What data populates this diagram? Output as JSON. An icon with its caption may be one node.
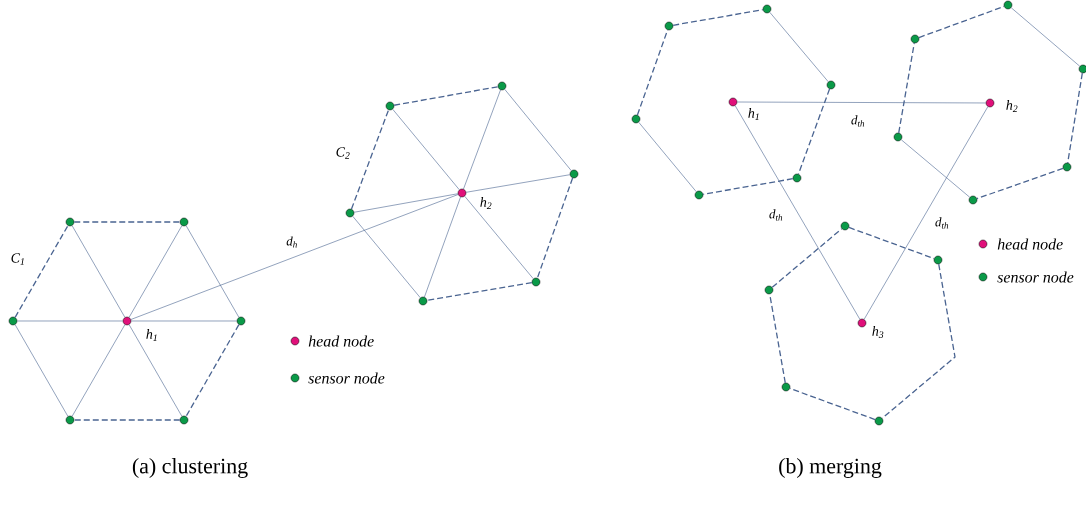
{
  "diagram": {
    "nodes": [
      {
        "text": [],
        "shape": "circle",
        "beside": [
          "h$_{1}$"
        ]
      },
      {
        "text": [],
        "shape": "circle"
      },
      {
        "text": [],
        "shape": "circle"
      },
      {
        "text": [],
        "shape": "circle"
      },
      {
        "text": [],
        "shape": "circle"
      },
      {
        "text": [],
        "shape": "circle"
      },
      {
        "text": [],
        "shape": "circle"
      },
      {
        "text": [],
        "shape": "circle",
        "beside": [
          "h$_{2}$"
        ]
      },
      {
        "text": [],
        "shape": "circle"
      },
      {
        "text": [],
        "shape": "circle"
      },
      {
        "text": [],
        "shape": "circle"
      },
      {
        "text": [],
        "shape": "circle"
      },
      {
        "text": [],
        "shape": "circle"
      },
      {
        "text": [],
        "shape": "circle"
      },
      {
        "text": [],
        "shape": "circle",
        "beside": [
          "h$_{1}$"
        ]
      },
      {
        "text": [],
        "shape": "circle"
      },
      {
        "text": [],
        "shape": "circle"
      },
      {
        "text": [],
        "shape": "circle"
      },
      {
        "text": [],
        "shape": "circle"
      },
      {
        "text": [],
        "shape": "circle"
      },
      {
        "text": [],
        "shape": "circle"
      },
      {
        "text": [],
        "shape": "circle",
        "beside": [
          "h$_{2}$"
        ]
      },
      {
        "text": [],
        "shape": "circle"
      },
      {
        "text": [],
        "shape": "circle"
      },
      {
        "text": [],
        "shape": "circle"
      },
      {
        "text": [],
        "shape": "circle"
      },
      {
        "text": [],
        "shape": "circle"
      },
      {
        "text": [],
        "shape": "circle"
      },
      {
        "text": [],
        "shape": "circle",
        "beside": [
          "h$_{3}$"
        ]
      },
      {
        "text": [],
        "shape": "circle"
      },
      {
        "text": [],
        "shape": "circle"
      },
      {
        "text": [],
        "shape": "circle"
      },
      {
        "text": [],
        "shape": "circle"
      },
      {
        "text": [],
        "shape": "circle"
      }
    ],
    "edges": [
      {
        "from": 1,
        "to": 2,
        "arrow": "none",
        "style": "dashed"
      },
      {
        "from": 2,
        "to": 3,
        "arrow": "none"
      },
      {
        "from": 3,
        "to": 4,
        "arrow": "none",
        "style": "dashed"
      },
      {
        "from": 4,
        "to": 5,
        "arrow": "none",
        "style": "dashed"
      },
      {
        "from": 5,
        "to": 6,
        "arrow": "none"
      },
      {
        "from": 6,
        "to": 1,
        "arrow": "none",
        "style": "dashed"
      },
      {
        "from": 0,
        "to": 1,
        "arrow": "none"
      },
      {
        "from": 0,
        "to": 2,
        "arrow": "none"
      },
      {
        "from": 0,
        "to": 3,
        "arrow": "none"
      },
      {
        "from": 0,
        "to": 4,
        "arrow": "none"
      },
      {
        "from": 0,
        "to": 5,
        "arrow": "none"
      },
      {
        "from": 0,
        "to": 6,
        "arrow": "none"
      },
      {
        "from": 0,
        "to": 7,
        "arrow": "none",
        "label": "d$_{h}$"
      },
      {
        "from": 8,
        "to": 9,
        "arrow": "none",
        "style": "dashed"
      },
      {
        "from": 9,
        "to": 10,
        "arrow": "none"
      },
      {
        "from": 10,
        "to": 11,
        "arrow": "none",
        "style": "dashed"
      },
      {
        "from": 11,
        "to": 12,
        "arrow": "none",
        "style": "dashed"
      },
      {
        "from": 12,
        "to": 13,
        "arrow": "none"
      },
      {
        "from": 13,
        "to": 8,
        "arrow": "none",
        "style": "dashed"
      },
      {
        "from": 7,
        "to": 8,
        "arrow": "none"
      },
      {
        "from": 7,
        "to": 9,
        "arrow": "none"
      },
      {
        "from": 7,
        "to": 10,
        "arrow": "none"
      },
      {
        "from": 7,
        "to": 11,
        "arrow": "none"
      },
      {
        "from": 7,
        "to": 12,
        "arrow": "none"
      },
      {
        "from": 7,
        "to": 13,
        "arrow": "none"
      },
      {
        "from": 15,
        "to": 16,
        "arrow": "none",
        "style": "dashed"
      },
      {
        "from": 16,
        "to": 17,
        "arrow": "none"
      },
      {
        "from": 17,
        "to": 18,
        "arrow": "none",
        "style": "dashed"
      },
      {
        "from": 18,
        "to": 19,
        "arrow": "none",
        "style": "dashed"
      },
      {
        "from": 19,
        "to": 20,
        "arrow": "none"
      },
      {
        "from": 20,
        "to": 15,
        "arrow": "none",
        "style": "dashed"
      },
      {
        "from": 22,
        "to": 23,
        "arrow": "none",
        "style": "dashed"
      },
      {
        "from": 23,
        "to": 24,
        "arrow": "none"
      },
      {
        "from": 24,
        "to": 25,
        "arrow": "none",
        "style": "dashed"
      },
      {
        "from": 25,
        "to": 26,
        "arrow": "none",
        "style": "dashed"
      },
      {
        "from": 26,
        "to": 27,
        "arrow": "none"
      },
      {
        "from": 27,
        "to": 22,
        "arrow": "none",
        "style": "dashed"
      },
      {
        "from": 29,
        "to": 30,
        "arrow": "none",
        "style": "dashed"
      },
      {
        "from": 30,
        "to": 31,
        "arrow": "none",
        "style": "dashed"
      },
      {
        "from": 31,
        "to": 32,
        "arrow": "none",
        "style": "dashed"
      },
      {
        "from": 32,
        "to": 33,
        "arrow": "none",
        "style": "dashed"
      },
      {
        "from": 33,
        "to": 29,
        "arrow": "none",
        "style": "dashed"
      },
      {
        "from": 14,
        "to": 21,
        "arrow": "none",
        "label": "d$_{th}$"
      },
      {
        "from": 14,
        "to": 28,
        "arrow": "none",
        "label": "d$_{th}$"
      },
      {
        "from": 21,
        "to": 28,
        "arrow": "none",
        "label": "d$_{th}$"
      }
    ],
    "labels": [
      "C$_{2}$",
      "C$_{1}$",
      "(a) clustering",
      "(b) merging"
    ],
    "legend": [
      {
        "text": "head node",
        "color": "#e0107a"
      },
      {
        "text": "sensor node",
        "color": "#0a9a48"
      },
      {
        "text": "head node",
        "color": "#e0107a"
      },
      {
        "text": "sensor node",
        "color": "#0a9a48"
      }
    ]
  }
}
